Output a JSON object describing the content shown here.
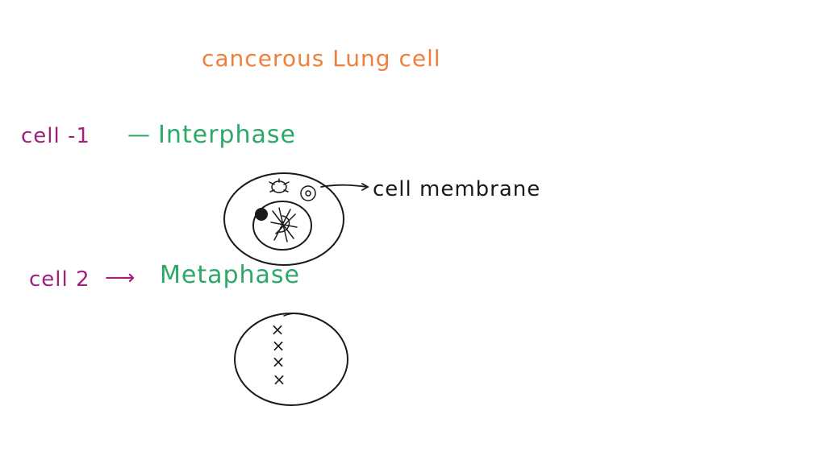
{
  "title": "cancerous Lung cell",
  "cell1": {
    "label": "cell -1",
    "connector": "—",
    "phase": "Interphase"
  },
  "membrane_label": "cell membrane",
  "cell2": {
    "label": "cell 2",
    "connector": "⟶",
    "phase": "Metaphase"
  },
  "chromosomes": [
    "×",
    "×",
    "×",
    "×"
  ],
  "colors": {
    "title": "#f07f3b",
    "cell_label": "#a0207a",
    "phase": "#2ea866",
    "ink": "#1a1a1a"
  }
}
